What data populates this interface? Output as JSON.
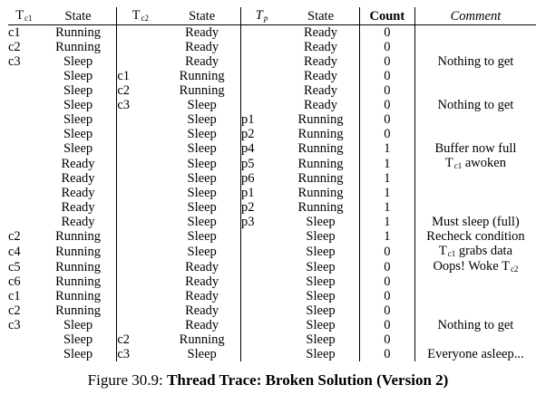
{
  "headers": {
    "tc1": {
      "main": "T",
      "sub": "c1"
    },
    "state1": "State",
    "tc2": {
      "main": "T",
      "sub": "c2"
    },
    "state2": "State",
    "tp": {
      "main": "T",
      "sub": "p"
    },
    "state3": "State",
    "count": "Count",
    "comment": "Comment"
  },
  "rows": [
    {
      "tc1": "c1",
      "s1": "Running",
      "tc2": "",
      "s2": "Ready",
      "tp": "",
      "s3": "Ready",
      "count": "0",
      "comment": ""
    },
    {
      "tc1": "c2",
      "s1": "Running",
      "tc2": "",
      "s2": "Ready",
      "tp": "",
      "s3": "Ready",
      "count": "0",
      "comment": ""
    },
    {
      "tc1": "c3",
      "s1": "Sleep",
      "tc2": "",
      "s2": "Ready",
      "tp": "",
      "s3": "Ready",
      "count": "0",
      "comment": "Nothing to get"
    },
    {
      "tc1": "",
      "s1": "Sleep",
      "tc2": "c1",
      "s2": "Running",
      "tp": "",
      "s3": "Ready",
      "count": "0",
      "comment": ""
    },
    {
      "tc1": "",
      "s1": "Sleep",
      "tc2": "c2",
      "s2": "Running",
      "tp": "",
      "s3": "Ready",
      "count": "0",
      "comment": ""
    },
    {
      "tc1": "",
      "s1": "Sleep",
      "tc2": "c3",
      "s2": "Sleep",
      "tp": "",
      "s3": "Ready",
      "count": "0",
      "comment": "Nothing to get"
    },
    {
      "tc1": "",
      "s1": "Sleep",
      "tc2": "",
      "s2": "Sleep",
      "tp": "p1",
      "s3": "Running",
      "count": "0",
      "comment": ""
    },
    {
      "tc1": "",
      "s1": "Sleep",
      "tc2": "",
      "s2": "Sleep",
      "tp": "p2",
      "s3": "Running",
      "count": "0",
      "comment": ""
    },
    {
      "tc1": "",
      "s1": "Sleep",
      "tc2": "",
      "s2": "Sleep",
      "tp": "p4",
      "s3": "Running",
      "count": "1",
      "comment": "Buffer now full"
    },
    {
      "tc1": "",
      "s1": "Ready",
      "tc2": "",
      "s2": "Sleep",
      "tp": "p5",
      "s3": "Running",
      "count": "1",
      "comment": "T|c1| awoken"
    },
    {
      "tc1": "",
      "s1": "Ready",
      "tc2": "",
      "s2": "Sleep",
      "tp": "p6",
      "s3": "Running",
      "count": "1",
      "comment": ""
    },
    {
      "tc1": "",
      "s1": "Ready",
      "tc2": "",
      "s2": "Sleep",
      "tp": "p1",
      "s3": "Running",
      "count": "1",
      "comment": ""
    },
    {
      "tc1": "",
      "s1": "Ready",
      "tc2": "",
      "s2": "Sleep",
      "tp": "p2",
      "s3": "Running",
      "count": "1",
      "comment": ""
    },
    {
      "tc1": "",
      "s1": "Ready",
      "tc2": "",
      "s2": "Sleep",
      "tp": "p3",
      "s3": "Sleep",
      "count": "1",
      "comment": "Must sleep (full)"
    },
    {
      "tc1": "c2",
      "s1": "Running",
      "tc2": "",
      "s2": "Sleep",
      "tp": "",
      "s3": "Sleep",
      "count": "1",
      "comment": "Recheck condition"
    },
    {
      "tc1": "c4",
      "s1": "Running",
      "tc2": "",
      "s2": "Sleep",
      "tp": "",
      "s3": "Sleep",
      "count": "0",
      "comment": "T|c1| grabs data"
    },
    {
      "tc1": "c5",
      "s1": "Running",
      "tc2": "",
      "s2": "Ready",
      "tp": "",
      "s3": "Sleep",
      "count": "0",
      "comment": "Oops! Woke T|c2|"
    },
    {
      "tc1": "c6",
      "s1": "Running",
      "tc2": "",
      "s2": "Ready",
      "tp": "",
      "s3": "Sleep",
      "count": "0",
      "comment": ""
    },
    {
      "tc1": "c1",
      "s1": "Running",
      "tc2": "",
      "s2": "Ready",
      "tp": "",
      "s3": "Sleep",
      "count": "0",
      "comment": ""
    },
    {
      "tc1": "c2",
      "s1": "Running",
      "tc2": "",
      "s2": "Ready",
      "tp": "",
      "s3": "Sleep",
      "count": "0",
      "comment": ""
    },
    {
      "tc1": "c3",
      "s1": "Sleep",
      "tc2": "",
      "s2": "Ready",
      "tp": "",
      "s3": "Sleep",
      "count": "0",
      "comment": "Nothing to get"
    },
    {
      "tc1": "",
      "s1": "Sleep",
      "tc2": "c2",
      "s2": "Running",
      "tp": "",
      "s3": "Sleep",
      "count": "0",
      "comment": ""
    },
    {
      "tc1": "",
      "s1": "Sleep",
      "tc2": "c3",
      "s2": "Sleep",
      "tp": "",
      "s3": "Sleep",
      "count": "0",
      "comment": "Everyone asleep..."
    }
  ],
  "caption": {
    "label": "Figure 30.9:",
    "title": "Thread Trace: Broken Solution (Version 2)"
  }
}
